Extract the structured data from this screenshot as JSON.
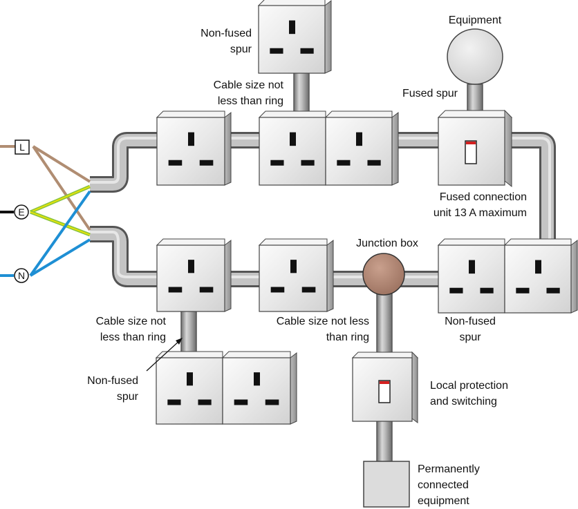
{
  "terminals": {
    "live": "L",
    "earth": "E",
    "neutral": "N"
  },
  "labels": {
    "nonfused_top": [
      "Non-fused",
      "spur"
    ],
    "equipment": "Equipment",
    "cable_top": [
      "Cable size not",
      "less than ring"
    ],
    "fused_spur": "Fused spur",
    "fcu": [
      "Fused connection",
      "unit 13 A maximum"
    ],
    "junction_box": "Junction box",
    "cable_left": [
      "Cable size not",
      "less than ring"
    ],
    "cable_mid": [
      "Cable size not less",
      "than ring"
    ],
    "nonfused_right": [
      "Non-fused",
      "spur"
    ],
    "nonfused_bottom": [
      "Non-fused",
      "spur"
    ],
    "local_protection": [
      "Local protection",
      "and switching"
    ],
    "permanent": [
      "Permanently",
      "connected",
      "equipment"
    ]
  },
  "colors": {
    "live": "#b08d72",
    "earth_green": "#8ac43f",
    "earth_yellow": "#f2e600",
    "neutral": "#1e8fd4",
    "junction_box": "#b98a75",
    "equipment": "#e2e2e2",
    "permanent_equipment": "#dcdcdc",
    "switch_red": "#d42020"
  }
}
